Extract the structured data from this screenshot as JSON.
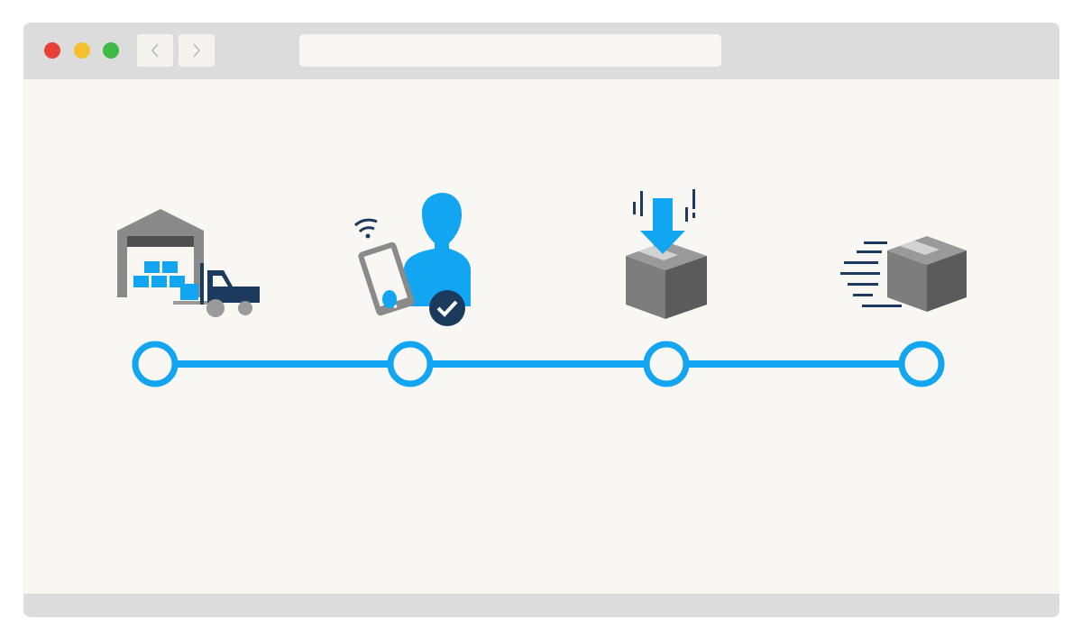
{
  "window": {
    "colors": {
      "chrome": "#dcdcdc",
      "content_bg": "#f8f7f3",
      "accent_blue": "#12a5f2",
      "navy": "#1c3a5e",
      "gray_dark": "#5b5b5b",
      "gray_mid": "#7d7d7d"
    },
    "traffic_lights": [
      {
        "name": "close",
        "color": "#e7403a"
      },
      {
        "name": "minimize",
        "color": "#f5c02f"
      },
      {
        "name": "maximize",
        "color": "#3dbb45"
      }
    ],
    "nav": {
      "back_icon": "chevron-left-icon",
      "forward_icon": "chevron-right-icon"
    },
    "address_bar": {
      "value": ""
    }
  },
  "process": {
    "steps": [
      {
        "id": "warehouse",
        "icon": "warehouse-forklift-icon"
      },
      {
        "id": "confirm",
        "icon": "person-tablet-check-icon"
      },
      {
        "id": "receive",
        "icon": "package-download-icon"
      },
      {
        "id": "ship",
        "icon": "fast-delivery-box-icon"
      }
    ]
  }
}
